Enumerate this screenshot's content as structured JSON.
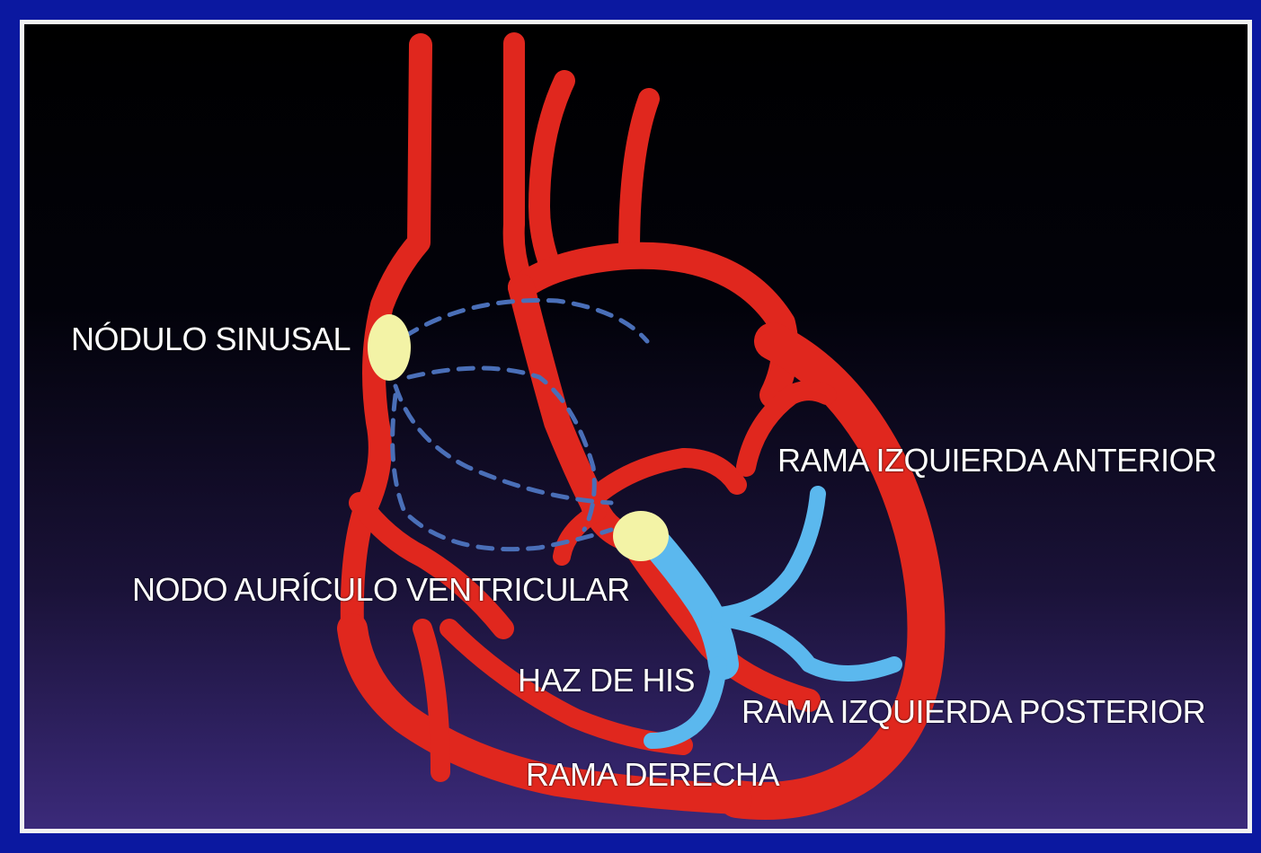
{
  "labels": {
    "sinus_node": "NÓDULO SINUSAL",
    "av_node": "NODO AURÍCULO VENTRICULAR",
    "left_anterior": "RAMA IZQUIERDA ANTERIOR",
    "his_bundle": "HAZ DE HIS",
    "left_posterior": "RAMA IZQUIERDA POSTERIOR",
    "right_branch": "RAMA DERECHA"
  },
  "colors": {
    "heart_red": "#e0271e",
    "conduction_blue": "#5bb8ee",
    "node_yellow": "#f3f3a6",
    "dashed_path": "#4a6fb8",
    "frame_blue": "#0b18a0",
    "border_white": "#f2f2f2"
  }
}
